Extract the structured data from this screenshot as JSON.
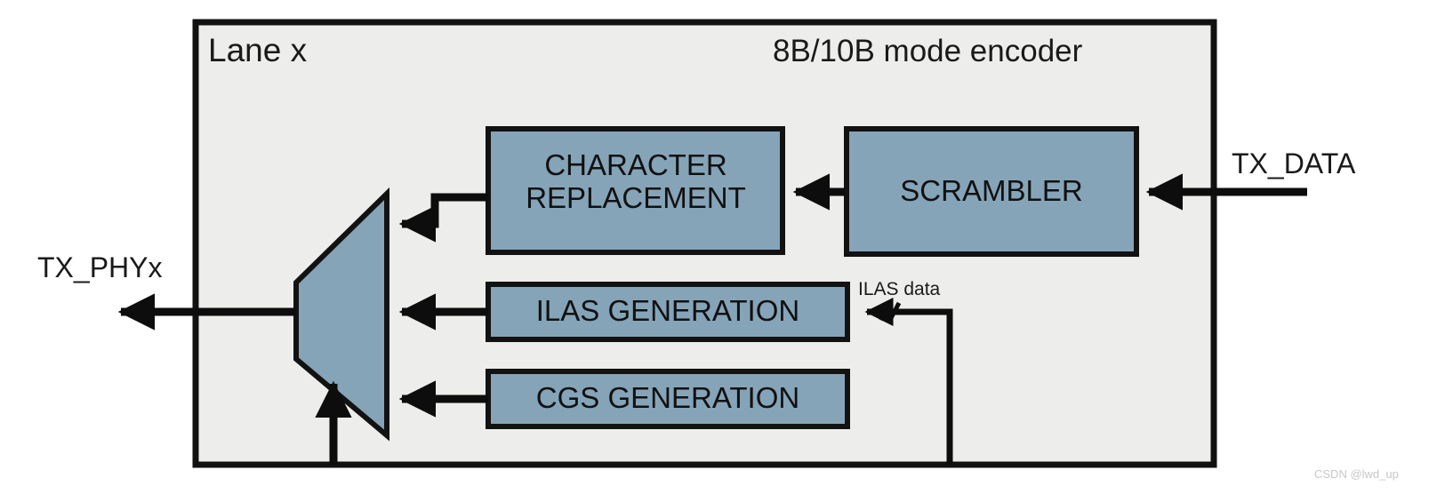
{
  "diagram": {
    "title": "8B/10B mode encoder",
    "container_label": "Lane x",
    "colors": {
      "container_fill": "#ededeb",
      "block_fill": "#85a4b8",
      "stroke": "#121212",
      "text": "#1a1a1a",
      "background": "#ffffff",
      "watermark": "#c7c7c7"
    },
    "blocks": [
      {
        "id": "character-replacement",
        "label": "CHARACTER\nREPLACEMENT"
      },
      {
        "id": "scrambler",
        "label": "SCRAMBLER"
      },
      {
        "id": "ilas-generation",
        "label": "ILAS GENERATION"
      },
      {
        "id": "cgs-generation",
        "label": "CGS GENERATION"
      },
      {
        "id": "multiplexer",
        "label": ""
      }
    ],
    "signals": [
      {
        "id": "tx-data",
        "label": "TX_DATA",
        "direction": "input"
      },
      {
        "id": "tx-phyx",
        "label": "TX_PHYx",
        "direction": "output"
      },
      {
        "id": "ilas-data",
        "label": "ILAS data",
        "direction": "input",
        "bus_marker": "//"
      }
    ],
    "watermark": "CSDN @lwd_up"
  }
}
